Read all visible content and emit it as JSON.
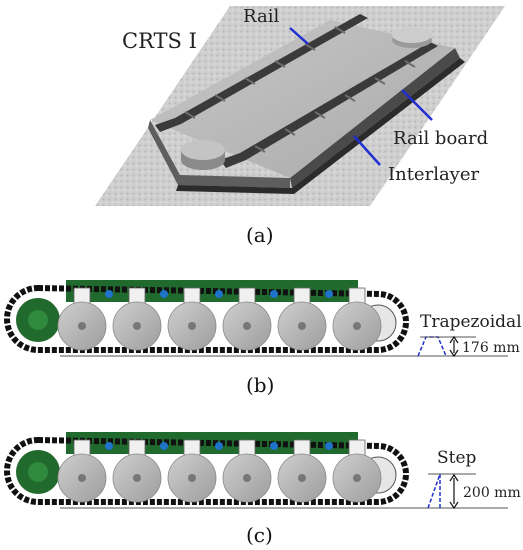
{
  "panel_a": {
    "caption": "(a)",
    "title": "CRTS I",
    "labels": {
      "rail": "Rail",
      "rail_board": "Rail board",
      "interlayer": "Interlayer"
    }
  },
  "panel_b": {
    "caption": "(b)",
    "obstacle_label": "Trapezoidal",
    "height_label": "176 mm",
    "wheel_count": 6
  },
  "panel_c": {
    "caption": "(c)",
    "obstacle_label": "Step",
    "height_label": "200 mm",
    "wheel_count": 6
  },
  "colors": {
    "callout_line": "#1f2fd0",
    "frame_green": "#1f6a2c",
    "wheel_gray": "#bdbdbd",
    "track_black": "#111111",
    "obstacle_blue": "#2030d0"
  }
}
